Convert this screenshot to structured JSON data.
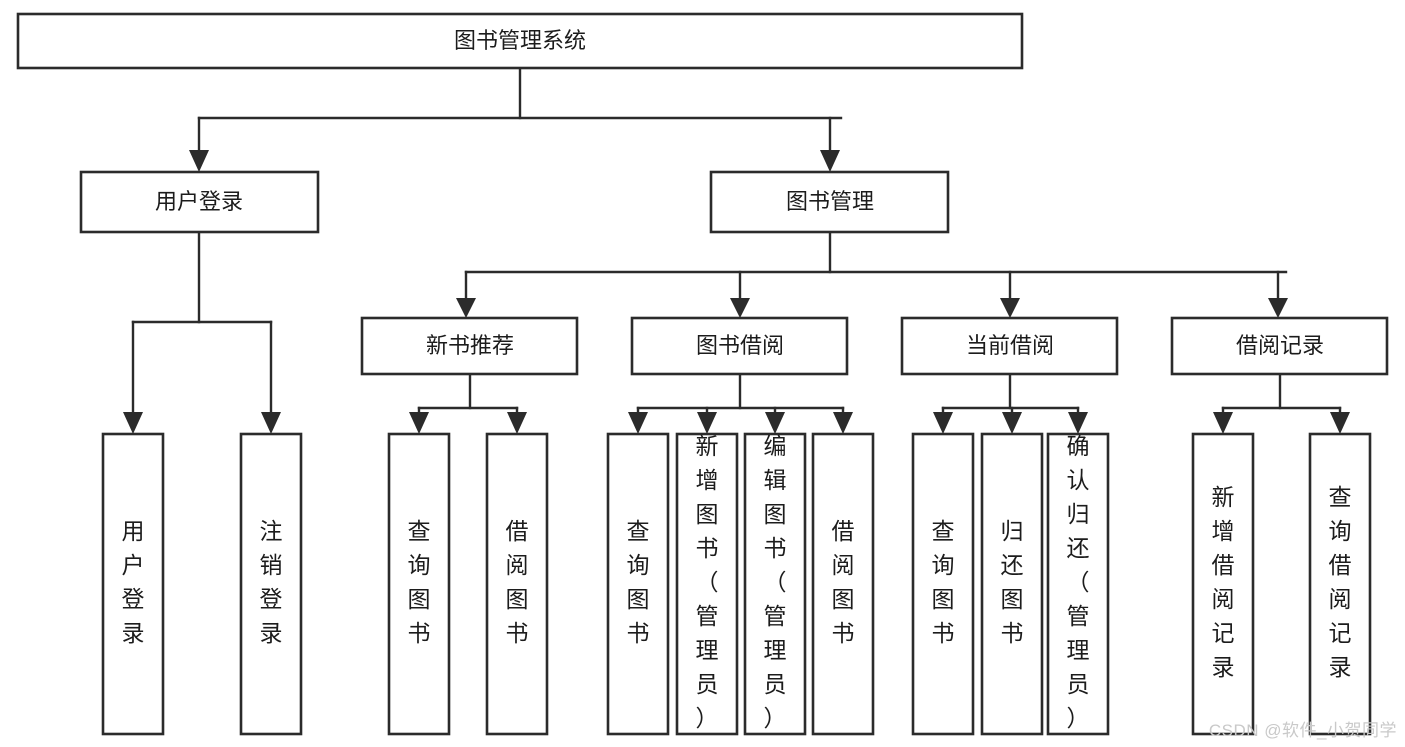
{
  "diagram": {
    "type": "tree-hierarchy",
    "title": "图书管理系统",
    "watermark": "CSDN @软件_小贺同学",
    "accent_color": "#2b2b2b",
    "background_color": "#ffffff",
    "nodes": {
      "root": {
        "label": "图书管理系统",
        "level": 0
      },
      "l1": [
        {
          "label": "用户登录",
          "level": 1
        },
        {
          "label": "图书管理",
          "level": 1
        }
      ],
      "l2": [
        {
          "label": "新书推荐",
          "level": 2
        },
        {
          "label": "图书借阅",
          "level": 2
        },
        {
          "label": "当前借阅",
          "level": 2
        },
        {
          "label": "借阅记录",
          "level": 2
        }
      ],
      "leaves": {
        "user_login": [
          {
            "label": "用户登录"
          },
          {
            "label": "注销登录"
          }
        ],
        "new_book": [
          {
            "label": "查询图书"
          },
          {
            "label": "借阅图书"
          }
        ],
        "book_borrow": [
          {
            "label": "查询图书"
          },
          {
            "label": "新增图书（管理员）"
          },
          {
            "label": "编辑图书（管理员）"
          },
          {
            "label": "借阅图书"
          }
        ],
        "current_borrow": [
          {
            "label": "查询图书"
          },
          {
            "label": "归还图书"
          },
          {
            "label": "确认归还（管理员）"
          }
        ],
        "borrow_record": [
          {
            "label": "新增借阅记录"
          },
          {
            "label": "查询借阅记录"
          }
        ]
      }
    }
  }
}
